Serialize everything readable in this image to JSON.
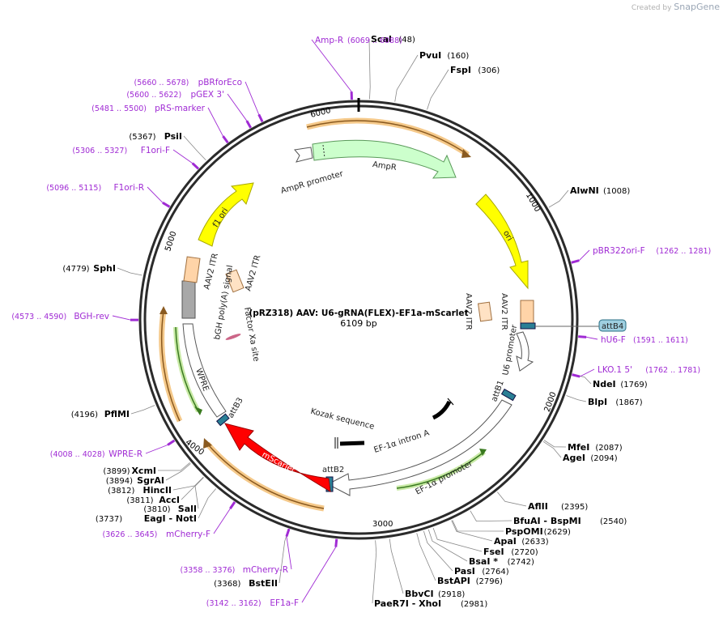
{
  "watermark": {
    "created_by": "Created by",
    "brand": "SnapGene"
  },
  "plasmid": {
    "name": "(pRZ318) AAV: U6-gRNA(FLEX)-EF1a-mScarlet",
    "length_label": "6109 bp",
    "length": 6109
  },
  "ticks": [
    {
      "label": "1000",
      "pos": 1000
    },
    {
      "label": "2000",
      "pos": 2000
    },
    {
      "label": "3000",
      "pos": 3000
    },
    {
      "label": "4000",
      "pos": 4000
    },
    {
      "label": "5000",
      "pos": 5000
    },
    {
      "label": "6000",
      "pos": 6000
    }
  ],
  "enzymes": [
    {
      "name": "ScaI",
      "pos": "(48)",
      "cut": 48
    },
    {
      "name": "PvuI",
      "pos": "(160)",
      "cut": 160
    },
    {
      "name": "FspI",
      "pos": "(306)",
      "cut": 306
    },
    {
      "name": "AlwNI",
      "pos": "(1008)",
      "cut": 1008
    },
    {
      "name": "NdeI",
      "pos": "(1769)",
      "cut": 1769
    },
    {
      "name": "BlpI",
      "pos": "(1867)",
      "cut": 1867
    },
    {
      "name": "MfeI",
      "pos": "(2087)",
      "cut": 2087
    },
    {
      "name": "AgeI",
      "pos": "(2094)",
      "cut": 2094
    },
    {
      "name": "AflII",
      "pos": "(2395)",
      "cut": 2395
    },
    {
      "name": "BfuAI  -  BspMI",
      "pos": "(2540)",
      "cut": 2540
    },
    {
      "name": "PspOMI",
      "pos": "(2629)",
      "cut": 2629
    },
    {
      "name": "ApaI",
      "pos": "(2633)",
      "cut": 2633
    },
    {
      "name": "FseI",
      "pos": "(2720)",
      "cut": 2720
    },
    {
      "name": "BsaI *",
      "pos": "(2742)",
      "cut": 2742
    },
    {
      "name": "PasI",
      "pos": "(2764)",
      "cut": 2764
    },
    {
      "name": "BstAPI",
      "pos": "(2796)",
      "cut": 2796
    },
    {
      "name": "BbvCI",
      "pos": "(2918)",
      "cut": 2918
    },
    {
      "name": "PaeR7I  -  XhoI",
      "pos": "(2981)",
      "cut": 2981
    },
    {
      "name": "BstEII",
      "pos": "(3368)",
      "cut": 3368
    },
    {
      "name": "EagI  -  NotI",
      "pos": "(3737)",
      "cut": 3737
    },
    {
      "name": "SalI",
      "pos": "(3810)",
      "cut": 3810
    },
    {
      "name": "AccI",
      "pos": "(3811)",
      "cut": 3811
    },
    {
      "name": "HincII",
      "pos": "(3812)",
      "cut": 3812
    },
    {
      "name": "SgrAI",
      "pos": "(3894)",
      "cut": 3894
    },
    {
      "name": "XcmI",
      "pos": "(3899)",
      "cut": 3899
    },
    {
      "name": "PflMI",
      "pos": "(4196)",
      "cut": 4196
    },
    {
      "name": "SphI",
      "pos": "(4779)",
      "cut": 4779
    },
    {
      "name": "PsiI",
      "pos": "(5367)",
      "cut": 5367
    }
  ],
  "primers": [
    {
      "name": "Amp-R",
      "pos": "(6069 .. 6088)",
      "start": 6069,
      "end": 6088
    },
    {
      "name": "pBR322ori-F",
      "pos": "(1262 .. 1281)",
      "start": 1262,
      "end": 1281
    },
    {
      "name": "hU6-F",
      "pos": "(1591 .. 1611)",
      "start": 1591,
      "end": 1611
    },
    {
      "name": "LKO.1 5'",
      "pos": "(1762 .. 1781)",
      "start": 1762,
      "end": 1781
    },
    {
      "name": "EF1a-F",
      "pos": "(3142 .. 3162)",
      "start": 3142,
      "end": 3162
    },
    {
      "name": "mCherry-R",
      "pos": "(3358 .. 3376)",
      "start": 3358,
      "end": 3376
    },
    {
      "name": "mCherry-F",
      "pos": "(3626 .. 3645)",
      "start": 3626,
      "end": 3645
    },
    {
      "name": "WPRE-R",
      "pos": "(4008 .. 4028)",
      "start": 4008,
      "end": 4028
    },
    {
      "name": "BGH-rev",
      "pos": "(4573 .. 4590)",
      "start": 4573,
      "end": 4590
    },
    {
      "name": "F1ori-R",
      "pos": "(5096 .. 5115)",
      "start": 5096,
      "end": 5115
    },
    {
      "name": "F1ori-F",
      "pos": "(5306 .. 5327)",
      "start": 5306,
      "end": 5327
    },
    {
      "name": "pRS-marker",
      "pos": "(5481 .. 5500)",
      "start": 5481,
      "end": 5500
    },
    {
      "name": "pGEX 3'",
      "pos": "(5600 .. 5622)",
      "start": 5600,
      "end": 5622
    },
    {
      "name": "pBRforEco",
      "pos": "(5660 .. 5678)",
      "start": 5660,
      "end": 5678
    }
  ],
  "features": [
    {
      "name": "AmpR promoter",
      "color": "#ffffff"
    },
    {
      "name": "AmpR",
      "color": "#ccffcc"
    },
    {
      "name": "ori",
      "color": "#ffff00"
    },
    {
      "name": "AAV2 ITR",
      "color": "#ffd4a8"
    },
    {
      "name": "attB4",
      "color": "#9ecfe0"
    },
    {
      "name": "U6 promoter",
      "color": "#ffffff"
    },
    {
      "name": "attB1",
      "color": "#2a7f95"
    },
    {
      "name": "EF-1α promoter",
      "color": "#ffffff"
    },
    {
      "name": "EF-1α intron A",
      "color": "#000000"
    },
    {
      "name": "Kozak sequence",
      "color": "#000000"
    },
    {
      "name": "attB2",
      "color": "#2a7f95"
    },
    {
      "name": "mScarlet",
      "color": "#ff0000"
    },
    {
      "name": "attB3",
      "color": "#2a7f95"
    },
    {
      "name": "WPRE",
      "color": "#ffffff"
    },
    {
      "name": "bGH poly(A) signal",
      "color": "#a8a8a8"
    },
    {
      "name": "Factor Xa site",
      "color": "#cc6688"
    },
    {
      "name": "AAV2 ITR",
      "color": "#ffd4a8"
    },
    {
      "name": "f1 ori",
      "color": "#ffff00"
    }
  ],
  "colors": {
    "primer": "#a02bd4",
    "ring": "#333333",
    "orf_orange": "#e8a040",
    "orf_green": "#6ab030"
  }
}
